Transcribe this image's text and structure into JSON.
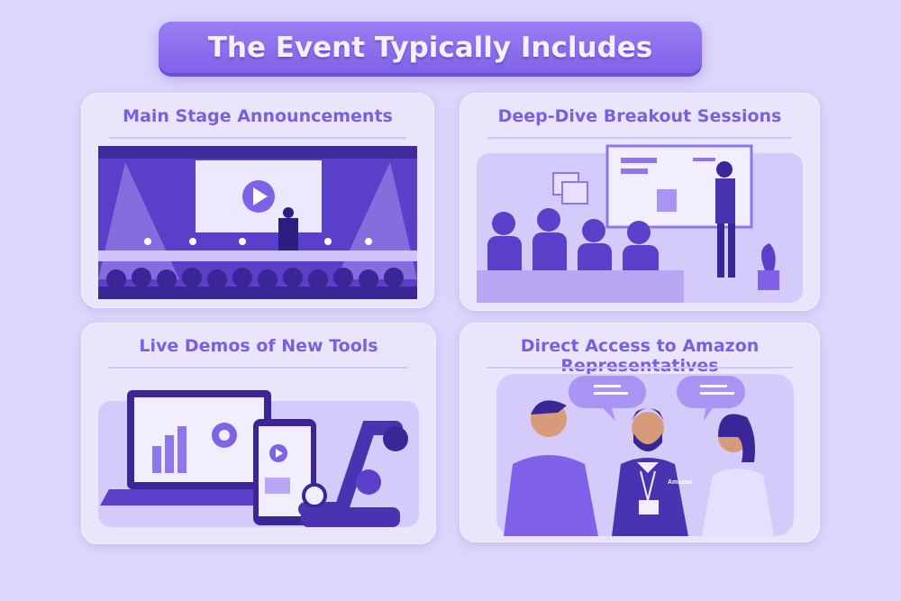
{
  "header": {
    "title": "The Event Typically Includes"
  },
  "cards": [
    {
      "title": "Main Stage Announcements",
      "icon": "stage-presentation-illustration"
    },
    {
      "title": "Deep-Dive Breakout Sessions",
      "icon": "breakout-session-illustration"
    },
    {
      "title": "Live Demos of New Tools",
      "icon": "tech-demo-illustration"
    },
    {
      "title": "Direct Access to Amazon Representatives",
      "icon": "conversation-illustration",
      "badge_text": "Amazon"
    }
  ],
  "colors": {
    "background": "#dcd6fb",
    "card": "#e9e5fc",
    "accent": "#7f62e8",
    "dark": "#4a33b0"
  }
}
